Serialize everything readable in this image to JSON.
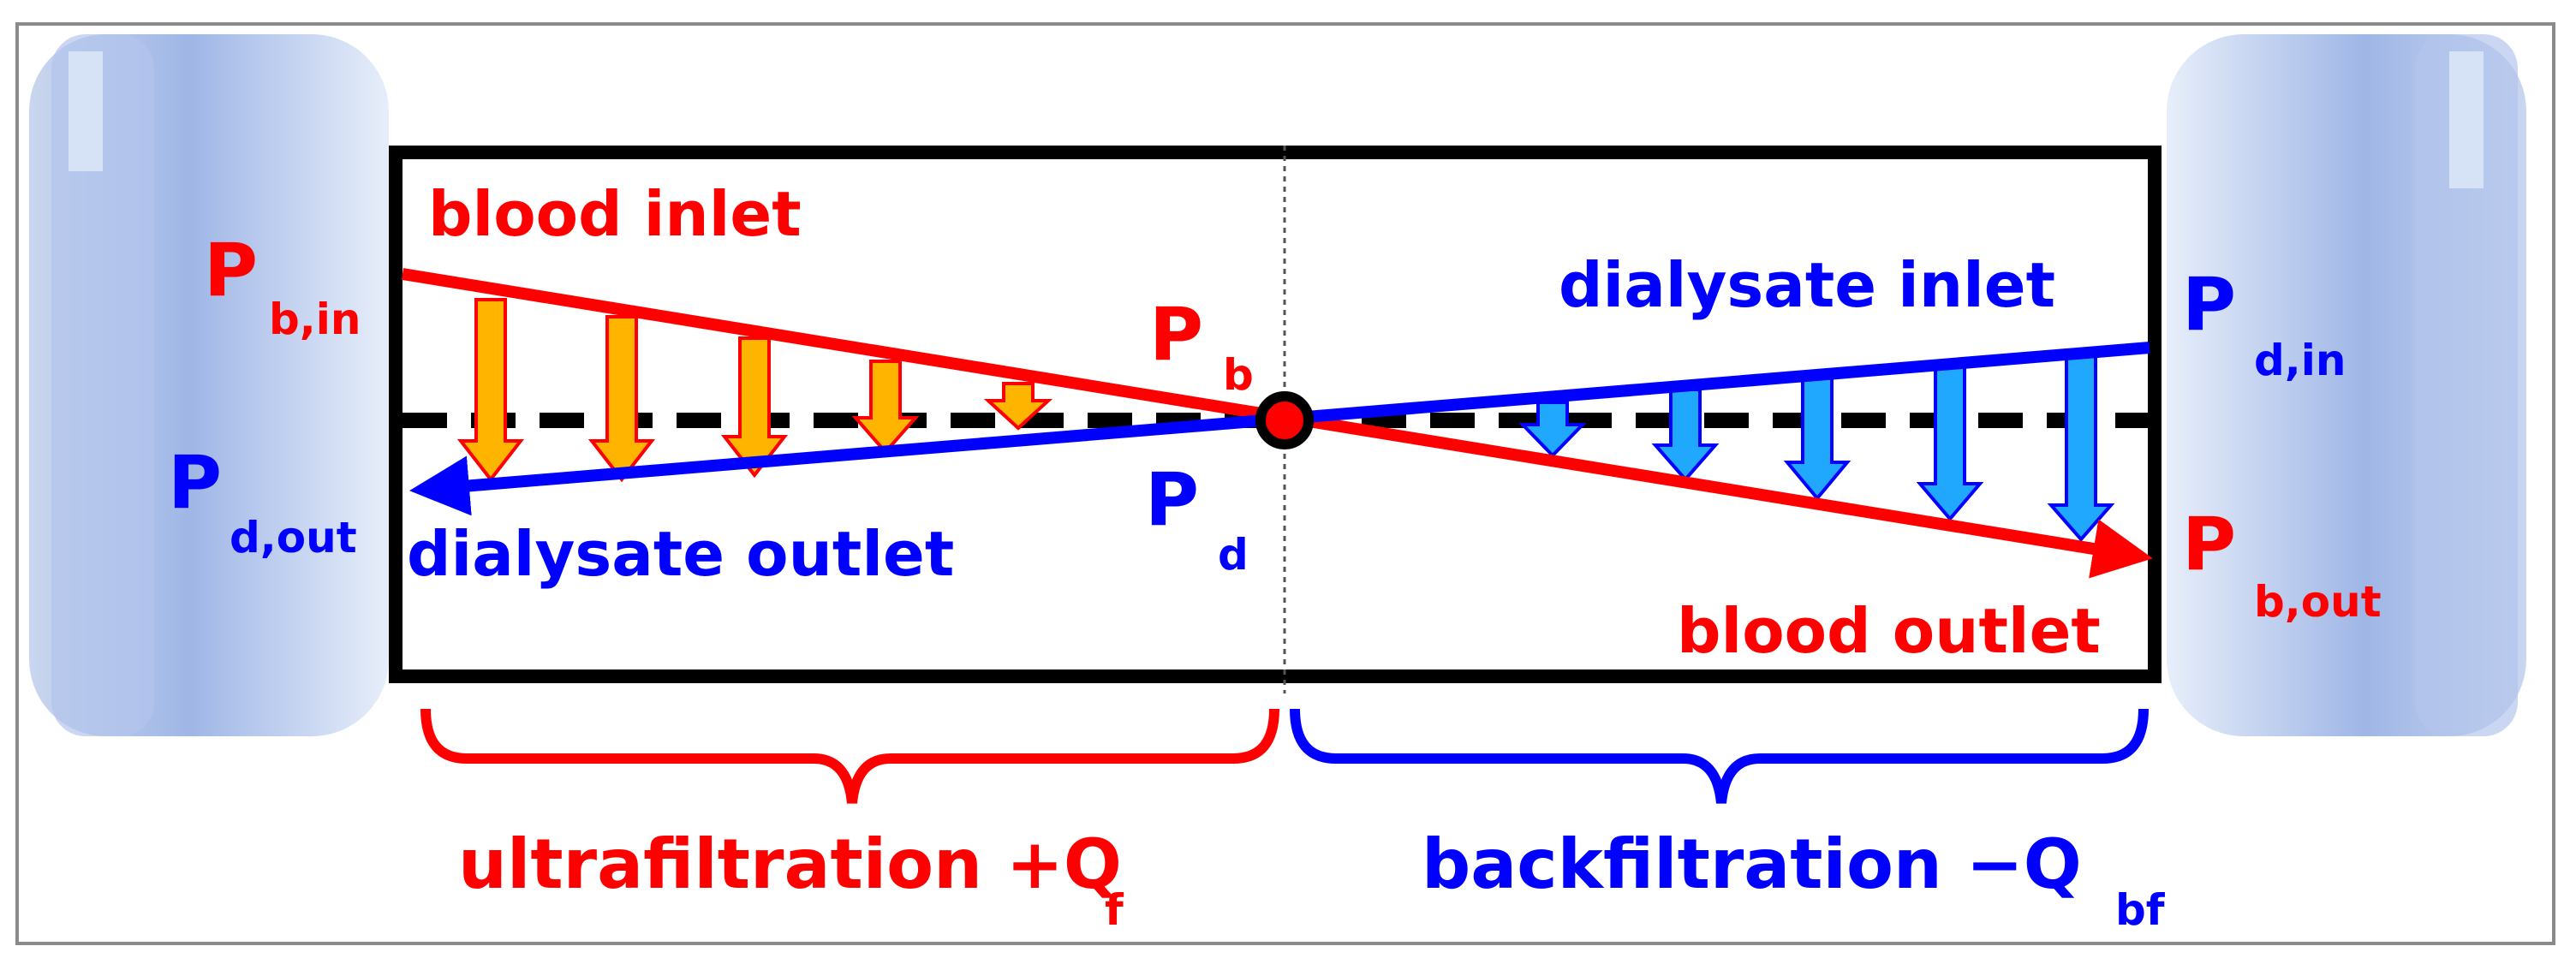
{
  "labels": {
    "blood_inlet": "blood inlet",
    "blood_outlet": "blood outlet",
    "dialysate_inlet": "dialysate inlet",
    "dialysate_outlet": "dialysate outlet"
  },
  "pressures": {
    "pb_in": {
      "main": "P",
      "sub": "b,in"
    },
    "pd_out": {
      "main": "P",
      "sub": "d,out"
    },
    "pb": {
      "main": "P",
      "sub": "b"
    },
    "pd": {
      "main": "P",
      "sub": "d"
    },
    "pd_in": {
      "main": "P",
      "sub": "d,in"
    },
    "pb_out": {
      "main": "P",
      "sub": "b,out"
    }
  },
  "regions": {
    "ultra": {
      "text": "ultrafiltration  +Q",
      "sub": "f"
    },
    "back": {
      "text": "backfiltration  −Q",
      "sub": "bf"
    }
  },
  "colors": {
    "blood": "#ff0000",
    "dialysate": "#0000ff",
    "ultrafiltration_arrow": "#ffb400",
    "backfiltration_arrow": "#20a8ff"
  }
}
